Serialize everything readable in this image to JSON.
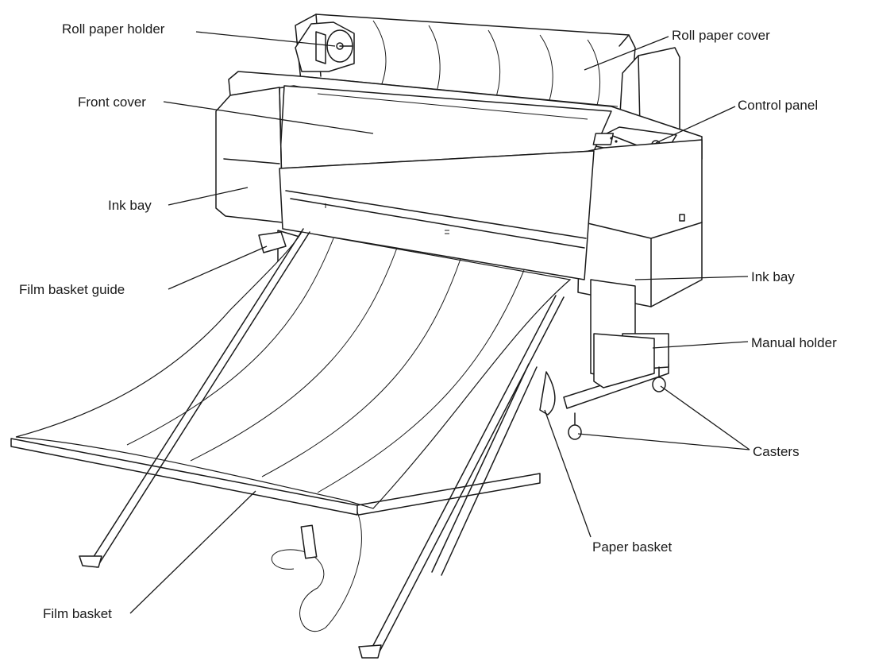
{
  "labels": {
    "roll_paper_holder": "Roll paper holder",
    "roll_paper_cover": "Roll paper cover",
    "front_cover": "Front cover",
    "control_panel": "Control panel",
    "ink_bay_left": "Ink bay",
    "ink_bay_right": "Ink bay",
    "film_basket_guide": "Film basket guide",
    "manual_holder": "Manual holder",
    "casters": "Casters",
    "paper_basket": "Paper basket",
    "film_basket": "Film basket"
  },
  "colors": {
    "line": "#1a1a1a",
    "background": "#ffffff"
  }
}
